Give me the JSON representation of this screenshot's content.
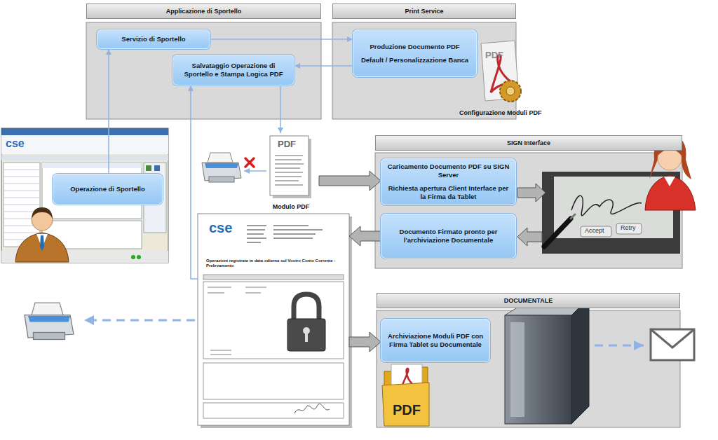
{
  "diagram": {
    "nodes": [
      {
        "text": [
          "Applicazione di Sportello"
        ]
      },
      {
        "text": [
          "Servizio di Sportello"
        ],
        "in": 0
      },
      {
        "text": [
          "Salvataggio Operazione di Sportello e Stampa Logica PDF"
        ],
        "in": 0
      },
      {
        "text": [
          "Print Service"
        ]
      },
      {
        "text": [
          "Produzione Documento PDF",
          "Default / Personalizzazione Banca"
        ],
        "in": 3
      },
      {
        "text": [
          "Operazione di Sportello"
        ]
      },
      {
        "text": [
          "Modulo PDF"
        ]
      },
      {
        "text": [
          "SIGN Interface"
        ]
      },
      {
        "text": [
          "Caricamento Documento PDF su SIGN Server",
          "Richiesta apertura Client Interface per la Firma da Tablet"
        ],
        "in": 7
      },
      {
        "text": [
          "Documento Firmato pronto per l'archiviazione Documentale"
        ],
        "in": 7
      },
      {
        "text": [
          "Operazioni registrate in data odierna sul Vostro Conto Corrente - Prelevamento"
        ]
      },
      {
        "text": [
          "DOCUMENTALE"
        ]
      },
      {
        "text": [
          "Archiviazione Moduli PDF con Firma Tablet su Documentale"
        ],
        "in": 11
      }
    ],
    "edges": [
      {
        "from": 5,
        "to": 1,
        "arrow": "to"
      },
      {
        "from": 1,
        "to": 4,
        "arrow": "to"
      },
      {
        "from": 4,
        "to": 2,
        "arrow": "to"
      },
      {
        "from": 2,
        "to": 6,
        "arrow": "to"
      },
      {
        "from": 6,
        "to": 8,
        "arrow": "to"
      },
      {
        "from": 9,
        "to": 10,
        "arrow": "to"
      },
      {
        "from": 10,
        "to": 2,
        "arrow": "to"
      },
      {
        "from": 10,
        "to": 12,
        "arrow": "to"
      }
    ],
    "labels": [
      "PDF",
      "Configurazione Moduli PDF",
      "cse",
      "PDF",
      "cse",
      "Accept",
      "Retry",
      "PDF"
    ]
  }
}
